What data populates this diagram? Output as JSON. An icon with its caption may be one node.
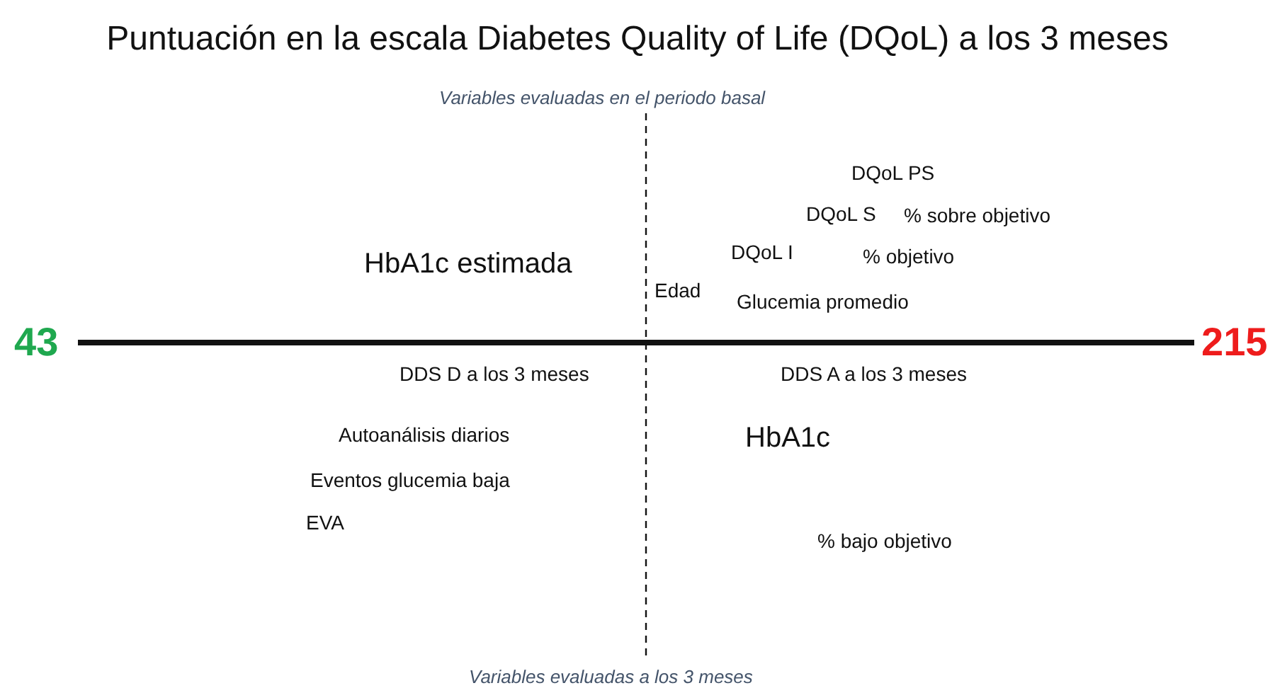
{
  "diagram": {
    "title": "Puntuación en la escala Diabetes Quality of Life (DQoL) a los 3 meses",
    "labels": [
      "Variables evaluadas en el periodo basal",
      "DQoL PS",
      "DQoL S",
      "% sobre objetivo",
      "HbA1c estimada",
      "DQoL I",
      "% objetivo",
      "Edad",
      "Glucemia promedio",
      "43",
      "215",
      "DDS D a los 3 meses",
      "DDS A a los 3 meses",
      "Autoanálisis diarios",
      "HbA1c",
      "Eventos glucemia baja",
      "EVA",
      "% bajo objetivo",
      "Variables evaluadas a los 3 meses"
    ]
  }
}
